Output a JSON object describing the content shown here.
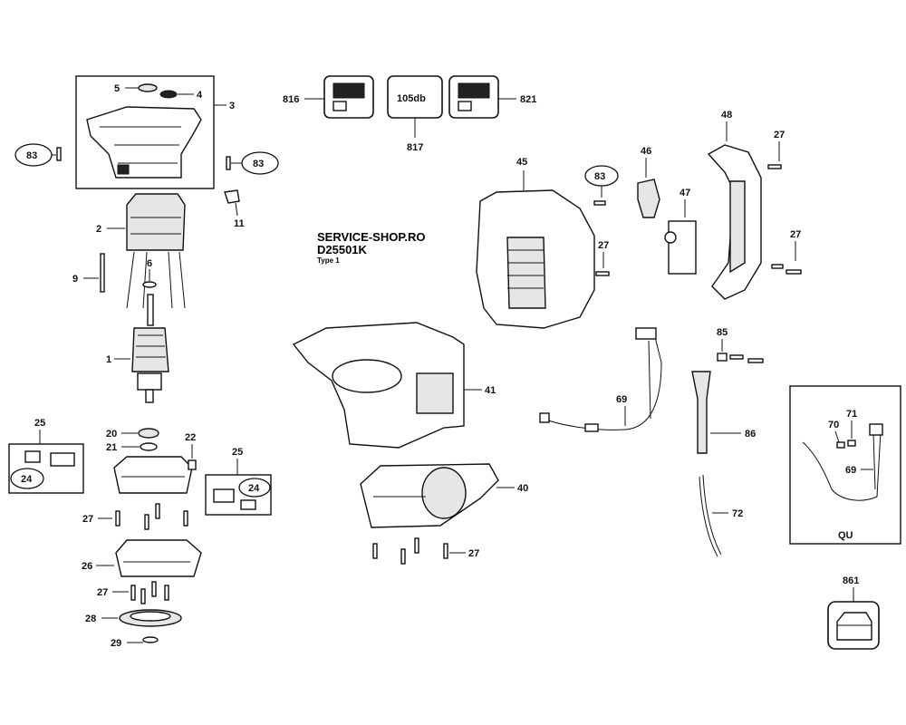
{
  "title": {
    "line1": "SERVICE-SHOP.RO",
    "line2": "D25501K",
    "line3": "Type 1"
  },
  "callouts": {
    "p1": "1",
    "p2": "2",
    "p3": "3",
    "p4": "4",
    "p5": "5",
    "p6": "6",
    "p9": "9",
    "p11": "11",
    "p20": "20",
    "p21": "21",
    "p22": "22",
    "p25a": "25",
    "p25b": "25",
    "p24a": "24",
    "p24b": "24",
    "p26": "26",
    "p27a": "27",
    "p27b": "27",
    "p27c": "27",
    "p27d": "27",
    "p27e": "27",
    "p27f": "27",
    "p28": "28",
    "p29": "29",
    "p40": "40",
    "p41": "41",
    "p45": "45",
    "p46": "46",
    "p47": "47",
    "p48": "48",
    "p69a": "69",
    "p69b": "69",
    "p70": "70",
    "p71": "71",
    "p72": "72",
    "p83a": "83",
    "p83b": "83",
    "p83c": "83",
    "p85": "85",
    "p86": "86",
    "p816": "816",
    "p817": "817",
    "p821": "821",
    "p861": "861"
  },
  "labels": {
    "noise": "105db",
    "kit": "QU"
  }
}
